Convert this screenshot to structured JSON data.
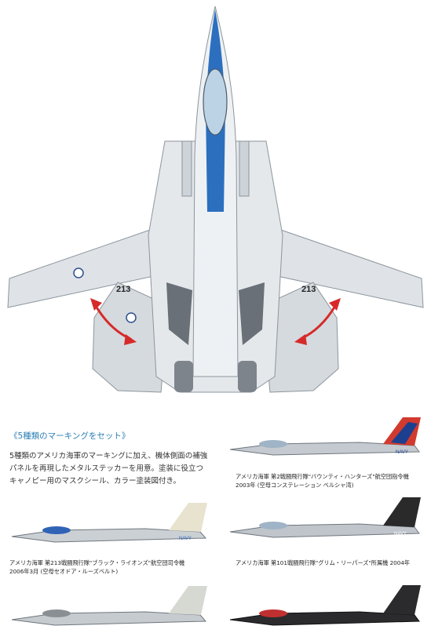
{
  "top_view": {
    "wing_number_left": "213",
    "wing_number_right": "213"
  },
  "heading": "《5種類のマーキングをセット》",
  "description_lines": [
    "5種類のアメリカ海軍のマーキングに加え、機体側面の補強",
    "パネルを再現したメタルステッカーを用意。塗装に役立つ",
    "キャノピー用のマスクシール、カラー塗装図付き。"
  ],
  "variants": [
    {
      "caption_lines": [
        "アメリカ海軍 第2戦闘飛行隊\"バウンティ・ハンターズ\"航空団指令機",
        "2003年 (空母コンステレーション ベルシャ湾)"
      ],
      "tail_text": "NAVY",
      "colors": {
        "fuselage": "#c4cacf",
        "tail": "#d23a2e",
        "accent": "#1c3f8f"
      }
    },
    {
      "caption_lines": [
        "アメリカ海軍 第213戦闘飛行隊\"ブラック・ライオンズ\"航空団司令機",
        "2006年3月 (空母セオドア・ルーズベルト)"
      ],
      "tail_text": "NAVY",
      "colors": {
        "fuselage": "#cbd0d4",
        "tail": "#e8e3cf",
        "accent": "#2f63b6"
      }
    },
    {
      "caption_lines": [
        "アメリカ海軍 第101戦闘飛行隊\"グリム・リーパーズ\"所属機 2004年"
      ],
      "tail_text": "NAVY",
      "colors": {
        "fuselage": "#bfc5ca",
        "tail": "#2a2a2a",
        "accent": "#b8322e"
      }
    },
    {
      "caption_lines": [],
      "tail_text": "",
      "colors": {
        "fuselage": "#c6cbd0",
        "tail": "#d6d9d2",
        "accent": "#8a8f94"
      }
    },
    {
      "caption_lines": [],
      "tail_text": "",
      "colors": {
        "fuselage": "#2b2b2e",
        "tail": "#2b2b2e",
        "accent": "#c03030"
      }
    }
  ]
}
